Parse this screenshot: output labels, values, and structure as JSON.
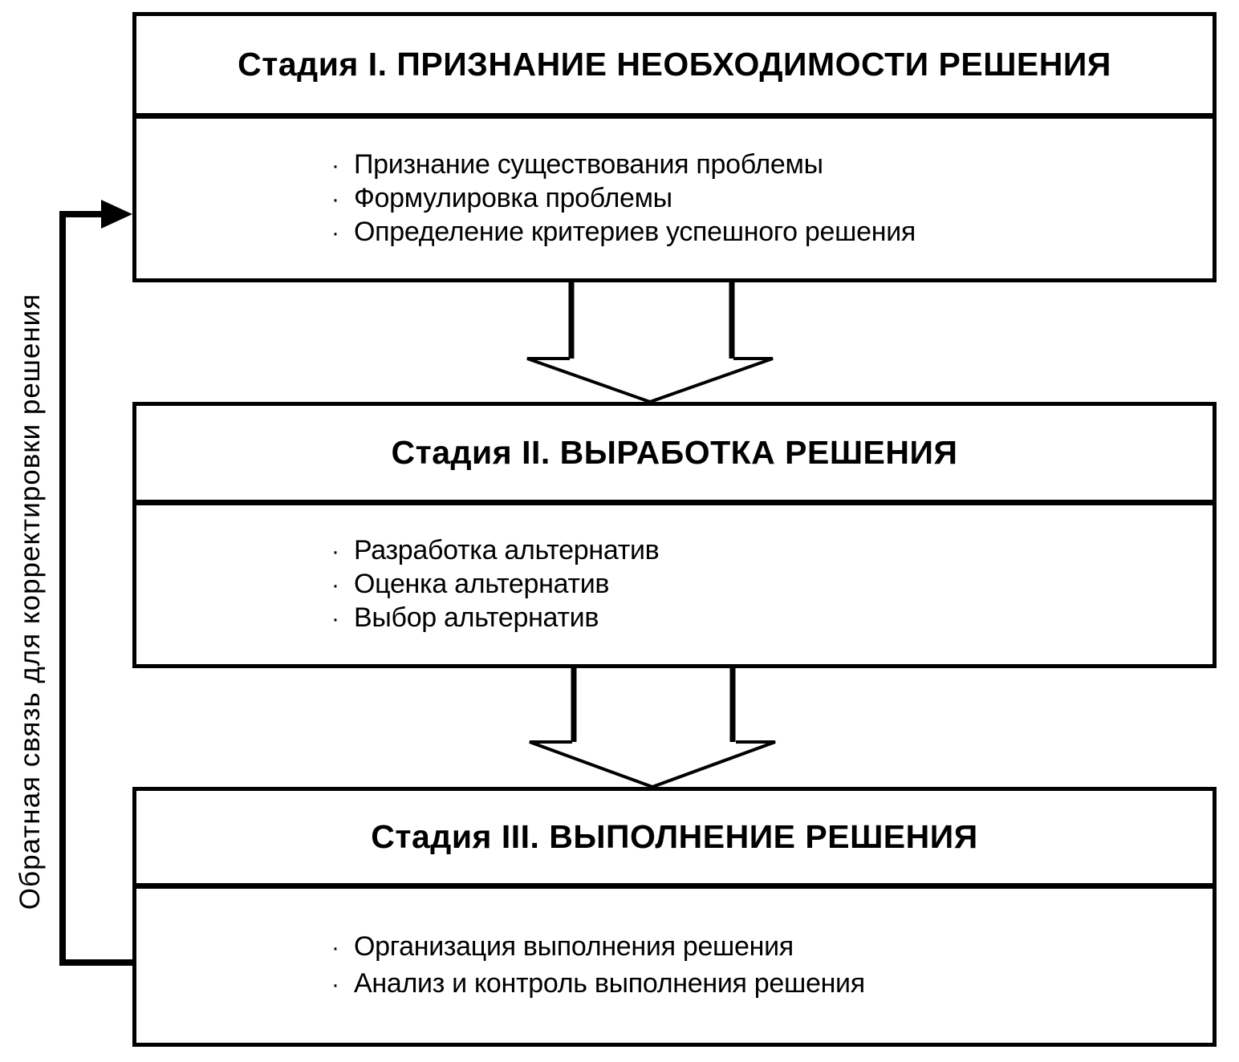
{
  "diagram": {
    "type": "flowchart",
    "language": "ru",
    "feedback_label": "Обратная связь для корректировки решения",
    "bullet_char": "·",
    "stages": [
      {
        "title": "Стадия I. ПРИЗНАНИЕ НЕОБХОДИМОСТИ РЕШЕНИЯ",
        "items": [
          "Признание существования проблемы",
          "Формулировка проблемы",
          "Определение критериев успешного решения"
        ]
      },
      {
        "title": "Стадия II. ВЫРАБОТКА РЕШЕНИЯ",
        "items": [
          "Разработка альтернатив",
          "Оценка альтернатив",
          "Выбор альтернатив"
        ]
      },
      {
        "title": "Стадия III. ВЫПОЛНЕНИЕ РЕШЕНИЯ",
        "items": [
          "Организация выполнения решения",
          "Анализ и контроль выполнения решения"
        ]
      }
    ],
    "flow": [
      "stage-1 -> stage-2",
      "stage-2 -> stage-3",
      "stage-3 -> stage-1 (feedback)"
    ],
    "colors": {
      "ink": "#000000",
      "paper": "#ffffff"
    }
  }
}
